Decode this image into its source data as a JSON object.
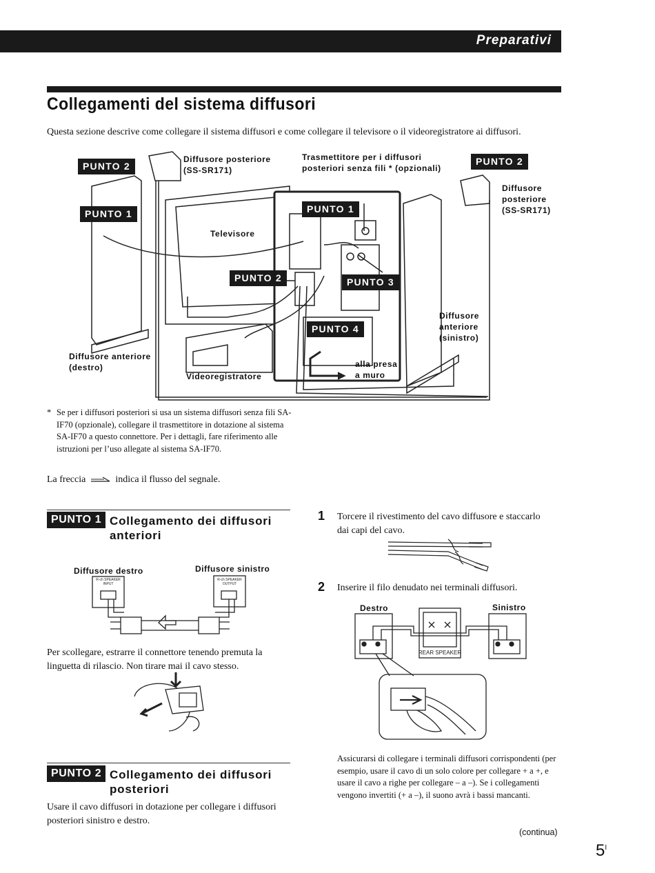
{
  "header": {
    "section": "Preparativi"
  },
  "title": "Collegamenti del sistema diffusori",
  "intro": "Questa sezione descrive come collegare il sistema diffusori e come collegare il televisore o il videoregistratore ai diffusori.",
  "diagram": {
    "rear_speaker_left_label": "Diffusore posteriore\n(SS-SR171)",
    "transmitter_label": "Trasmettitore per i diffusori\nposteriori senza fili * (opzionali)",
    "rear_speaker_right_label": "Diffusore\nposteriore\n(SS-SR171)",
    "tv_label": "Televisore",
    "front_right_label": "Diffusore anteriore\n(destro)",
    "front_left_label": "Diffusore\nanteriore\n(sinistro)",
    "vcr_label": "Videoregistratore",
    "wall_label": "alla presa\na muro",
    "badges": {
      "p2_left": "PUNTO 2",
      "p1_left": "PUNTO 1",
      "p1_center": "PUNTO 1",
      "p2_center": "PUNTO 2",
      "p3": "PUNTO 3",
      "p4": "PUNTO 4",
      "p2_right": "PUNTO 2"
    }
  },
  "note": {
    "mark": "*",
    "text": "Se per i diffusori posteriori si usa un sistema diffusori senza fili SA-IF70 (opzionale), collegare il trasmettitore in dotazione al sistema SA-IF70 a questo connettore. Per i dettagli, fare riferimento alle istruzioni per l’uso allegate al sistema SA-IF70."
  },
  "flow": {
    "before": "La freccia",
    "after": "indica il flusso del segnale."
  },
  "step1": {
    "badge": "PUNTO 1",
    "title_line1": "Collegamento dei diffusori",
    "title_line2": "anteriori",
    "fig_right_label": "Diffusore destro",
    "fig_left_label": "Diffusore sinistro",
    "fig_right_plate": "R-ch SPEAKER\nINPUT",
    "fig_left_plate": "R-ch SPEAKER\nOUTPUT",
    "disconnect_text": "Per scollegare, estrarre il connettore tenendo premuta la linguetta di rilascio. Non tirare mai il cavo stesso."
  },
  "step2": {
    "badge": "PUNTO 2",
    "title_line1": "Collegamento dei diffusori",
    "title_line2": "posteriori",
    "text": "Usare il cavo diffusori in dotazione per collegare i diffusori posteriori sinistro e destro."
  },
  "instructions": [
    {
      "num": "1",
      "text": "Torcere il rivestimento del cavo diffusore e staccarlo dai capi del cavo."
    },
    {
      "num": "2",
      "text": "Inserire il filo denudato nei terminali diffusori."
    }
  ],
  "rear_fig": {
    "left_label": "Destro",
    "right_label": "Sinistro",
    "center_label": "REAR SPEAKER"
  },
  "polarity_text": "Assicurarsi di collegare i terminali diffusori corrispondenti (per esempio, usare il cavo di un solo colore per collegare + a +, e usare il cavo a righe per collegare – a –). Se i collegamenti vengono invertiti (+ a –), il suono avrà i bassi mancanti.",
  "footer": {
    "continua": "(continua)",
    "page": "5",
    "page_suffix": "I"
  }
}
